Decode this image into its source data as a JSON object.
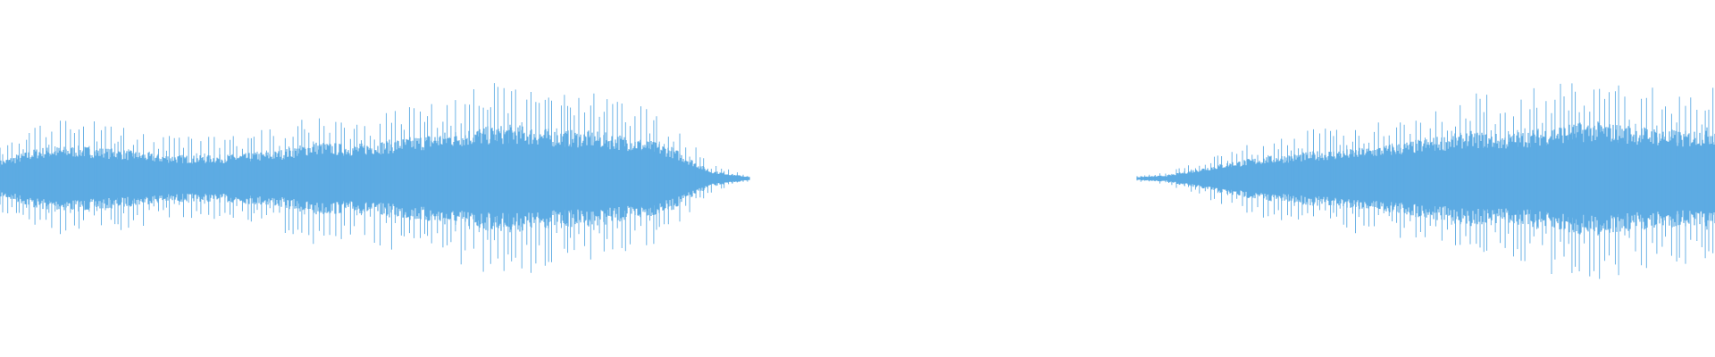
{
  "waveform": {
    "color": "#5DABE3",
    "background": "#FFFFFF",
    "segments": [
      {
        "name": "segment-1",
        "start_fraction": 0.0,
        "end_fraction": 0.437,
        "envelope": [
          0.22,
          0.38,
          0.4,
          0.36,
          0.3,
          0.28,
          0.3,
          0.34,
          0.45,
          0.42,
          0.48,
          0.55,
          0.62,
          0.66,
          0.6,
          0.58,
          0.52,
          0.4,
          0.1,
          0.02
        ]
      },
      {
        "name": "segment-2",
        "start_fraction": 0.663,
        "end_fraction": 1.0,
        "envelope": [
          0.02,
          0.04,
          0.12,
          0.2,
          0.26,
          0.3,
          0.34,
          0.36,
          0.4,
          0.46,
          0.52,
          0.58,
          0.54,
          0.6,
          0.66,
          0.7,
          0.66,
          0.62,
          0.58,
          0.64
        ]
      }
    ],
    "amplitude_max_fraction": 0.42
  }
}
